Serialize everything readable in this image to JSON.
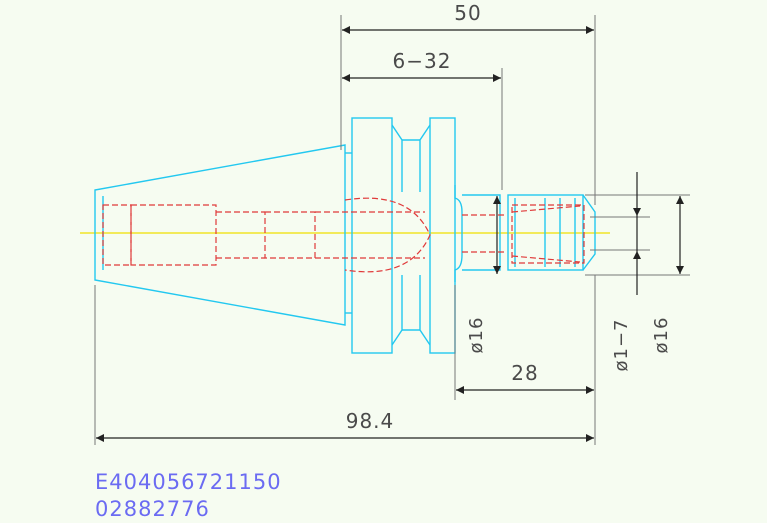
{
  "dimensions": {
    "overall_top": "50",
    "thread": "6−32",
    "bore_diameter": "ø16",
    "nose_length": "28",
    "overall_length": "98.4",
    "clamp_range": "ø1−7",
    "nose_diameter": "ø16"
  },
  "part_numbers": {
    "line1": "E404056721150",
    "line2": "02882776"
  },
  "colors": {
    "background": "#f6fcf1",
    "outline": "#23c8f0",
    "hidden_lines": "#e03a3a",
    "centerline": "#f0e000",
    "dimension_lines": "#555555",
    "part_number_text": "#6b6bf2"
  }
}
